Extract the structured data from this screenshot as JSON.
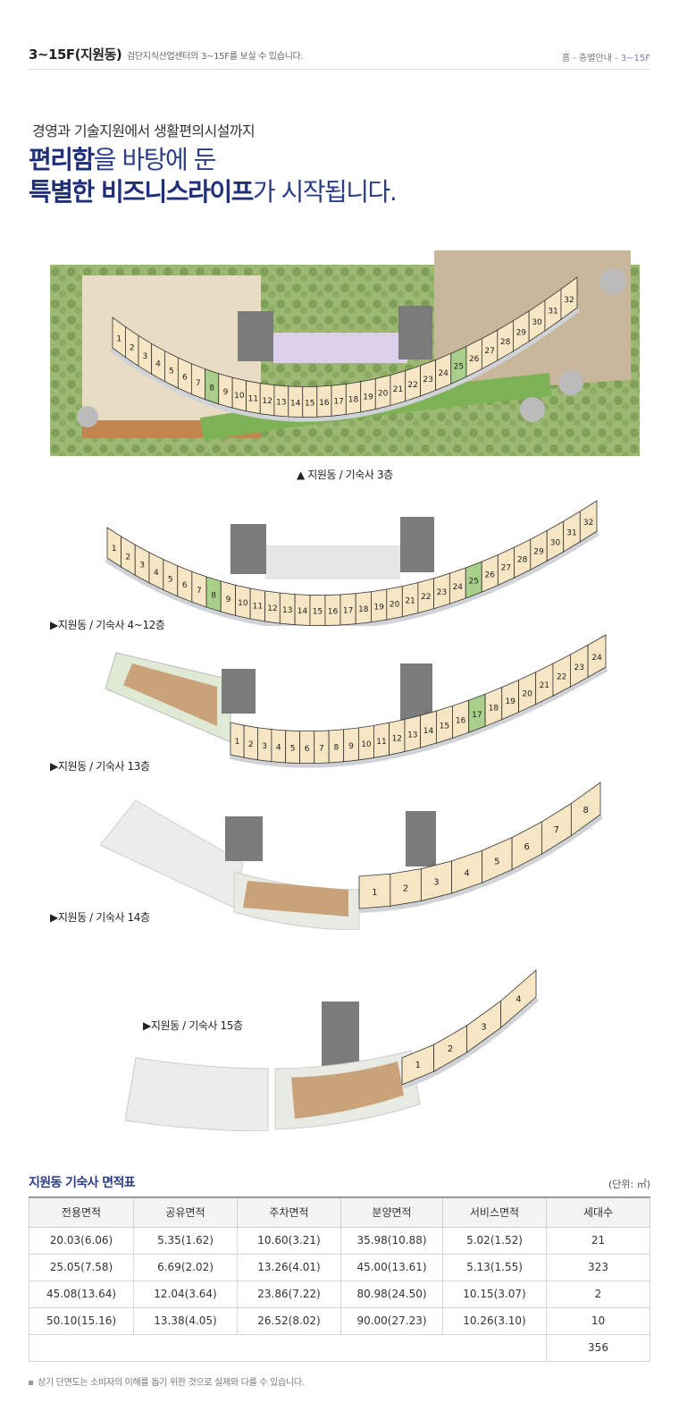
{
  "header": {
    "title": "3~15F(지원동)",
    "description": "검단지식산업센터의 3~15F를 보실 수 있습니다.",
    "breadcrumb": {
      "home": "홈",
      "sep1": " - ",
      "section": "층별안내",
      "sep2": " - ",
      "current": "3~15F"
    }
  },
  "intro": {
    "line1": "경영과 기술지원에서 생활편의시설까지",
    "line2_bold": "편리함",
    "line2_rest": "을 바탕에 둔",
    "line3_bold": "특별한 비즈니스라이프",
    "line3_rest": "가 시작됩니다."
  },
  "plans": {
    "floor3": {
      "caption": "▲ 지원동 / 기숙사 3층",
      "unit_count": 32,
      "green_units": [
        8,
        25
      ]
    },
    "floor4_12": {
      "caption": "▶지원동 / 기숙사 4~12층",
      "unit_count": 32,
      "green_units": [
        8,
        25
      ]
    },
    "floor13": {
      "caption": "▶지원동 / 기숙사 13층",
      "unit_count": 24,
      "green_units": [
        17
      ]
    },
    "floor14": {
      "caption": "▶지원동 / 기숙사 14층",
      "unit_count": 8
    },
    "floor15": {
      "caption": "▶지원동 / 기숙사 15층",
      "unit_count": 4
    }
  },
  "table": {
    "title": "지원동 기숙사 면적표",
    "unit": "(단위: ㎡)",
    "headers": [
      "전용면적",
      "공유면적",
      "주차면적",
      "분양면적",
      "서비스면적",
      "세대수"
    ],
    "rows": [
      [
        "20.03(6.06)",
        "5.35(1.62)",
        "10.60(3.21)",
        "35.98(10.88)",
        "5.02(1.52)",
        "21"
      ],
      [
        "25.05(7.58)",
        "6.69(2.02)",
        "13.26(4.01)",
        "45.00(13.61)",
        "5.13(1.55)",
        "323"
      ],
      [
        "45.08(13.64)",
        "12.04(3.64)",
        "23.86(7.22)",
        "80.98(24.50)",
        "10.15(3.07)",
        "2"
      ],
      [
        "50.10(15.16)",
        "13.38(4.05)",
        "26.52(8.02)",
        "90.00(27.23)",
        "10.26(3.10)",
        "10"
      ]
    ],
    "total": "356"
  },
  "note": "상기 단면도는 소비자의 이해를 돕기 위한 것으로 실제와 다를 수 있습니다.",
  "colors": {
    "brand_navy": "#2a3d88",
    "unit_fill": "#f7e6c4",
    "green_unit": "#a8d08a",
    "corridor": "#cfd2d6",
    "landscape": "#8fae62"
  }
}
